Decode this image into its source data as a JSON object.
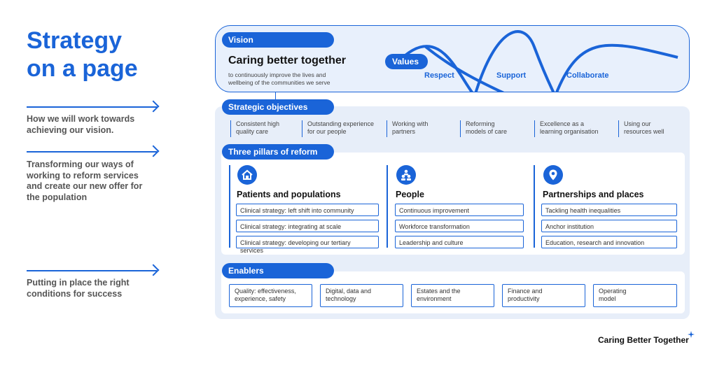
{
  "page": {
    "title_line1": "Strategy",
    "title_line2": "on a page",
    "footer_brand": "Caring Better Together"
  },
  "left": [
    {
      "text_line1": "How we will work towards",
      "text_line2": "achieving our vision."
    },
    {
      "text_line1": "Transforming our ways of",
      "text_line2": "working to reform services",
      "text_line3": "and create our new offer for",
      "text_line4": "the population"
    },
    {
      "text_line1": "Putting in place the right",
      "text_line2": "conditions for success"
    }
  ],
  "vision": {
    "label": "Vision",
    "heading": "Caring better together",
    "subtext_line1": "to continuously improve the lives and",
    "subtext_line2": "wellbeing of the communities we serve",
    "values_label": "Values",
    "values": [
      "Respect",
      "Support",
      "Collaborate"
    ]
  },
  "objectives": {
    "label": "Strategic objectives",
    "items": [
      {
        "l1": "Consistent high",
        "l2": "quality care"
      },
      {
        "l1": "Outstanding experience",
        "l2": "for our people"
      },
      {
        "l1": "Working with",
        "l2": "partners"
      },
      {
        "l1": "Reforming",
        "l2": "models of care"
      },
      {
        "l1": "Excellence as a",
        "l2": "learning organisation"
      },
      {
        "l1": "Using our",
        "l2": "resources well"
      }
    ]
  },
  "pillars": {
    "label": "Three pillars of reform",
    "items": [
      {
        "name": "Patients and populations",
        "icon": "house-icon",
        "boxes": [
          "Clinical strategy: left shift into community",
          "Clinical strategy: integrating at scale",
          "Clinical strategy: developing our tertiary services"
        ]
      },
      {
        "name": "People",
        "icon": "people-icon",
        "boxes": [
          "Continuous improvement",
          "Workforce transformation",
          "Leadership and culture"
        ]
      },
      {
        "name": "Partnerships and places",
        "icon": "location-pin-icon",
        "boxes": [
          "Tackling health inequalities",
          "Anchor institution",
          "Education, research and innovation"
        ]
      }
    ]
  },
  "enablers": {
    "label": "Enablers",
    "items": [
      {
        "l1": "Quality: effectiveness,",
        "l2": "experience, safety"
      },
      {
        "l1": "Digital, data and",
        "l2": "technology"
      },
      {
        "l1": "Estates and the",
        "l2": "environment"
      },
      {
        "l1": "Finance and",
        "l2": "productivity"
      },
      {
        "l1": "Operating",
        "l2": "model"
      }
    ]
  },
  "colors": {
    "accent": "#1a64d8",
    "panel": "#e7eef9"
  }
}
